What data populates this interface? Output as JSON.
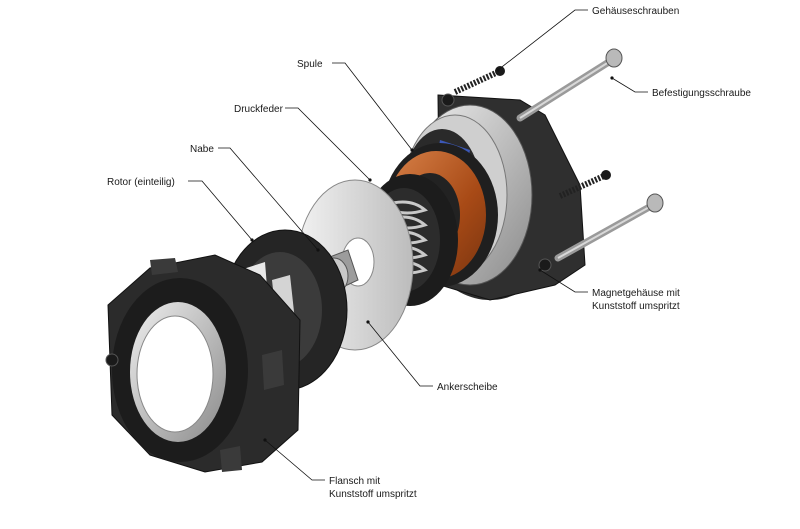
{
  "labels": {
    "gehaeuseschrauben": "Gehäuseschrauben",
    "befestigungsschraube": "Befestigungsschraube",
    "spule": "Spule",
    "druckfeder": "Druckfeder",
    "nabe": "Nabe",
    "rotor": "Rotor (einteilig)",
    "magnetgehaeuse_1": "Magnetgehäuse mit",
    "magnetgehaeuse_2": "Kunststoff umspritzt",
    "ankerscheibe": "Ankerscheibe",
    "flansch_1": "Flansch mit",
    "flansch_2": "Kunststoff umspritzt"
  },
  "colors": {
    "plastic_dark": "#2b2b2b",
    "plastic_mid": "#3a3a3a",
    "steel_light": "#d6d6d6",
    "steel_mid": "#a9a9a9",
    "copper": "#b5581f",
    "coil_blue": "#3c58b8"
  }
}
